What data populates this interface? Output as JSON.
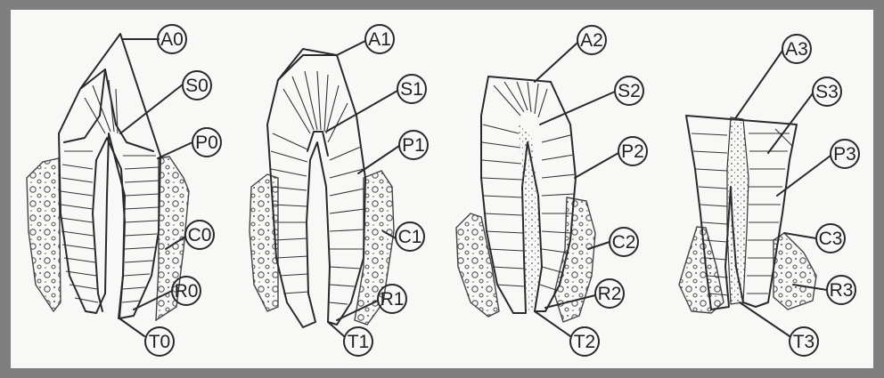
{
  "colors": {
    "frame": "#7f7f7f",
    "paper": "#f8f8f6",
    "ink": "#2a2a2a"
  },
  "labels": {
    "A0": "A0",
    "S0": "S0",
    "P0": "P0",
    "C0": "C0",
    "R0": "R0",
    "T0": "T0",
    "A1": "A1",
    "S1": "S1",
    "P1": "P1",
    "C1": "C1",
    "R1": "R1",
    "T1": "T1",
    "A2": "A2",
    "S2": "S2",
    "P2": "P2",
    "C2": "C2",
    "R2": "R2",
    "T2": "T2",
    "A3": "A3",
    "S3": "S3",
    "P3": "P3",
    "C3": "C3",
    "R3": "R3",
    "T3": "T3"
  }
}
